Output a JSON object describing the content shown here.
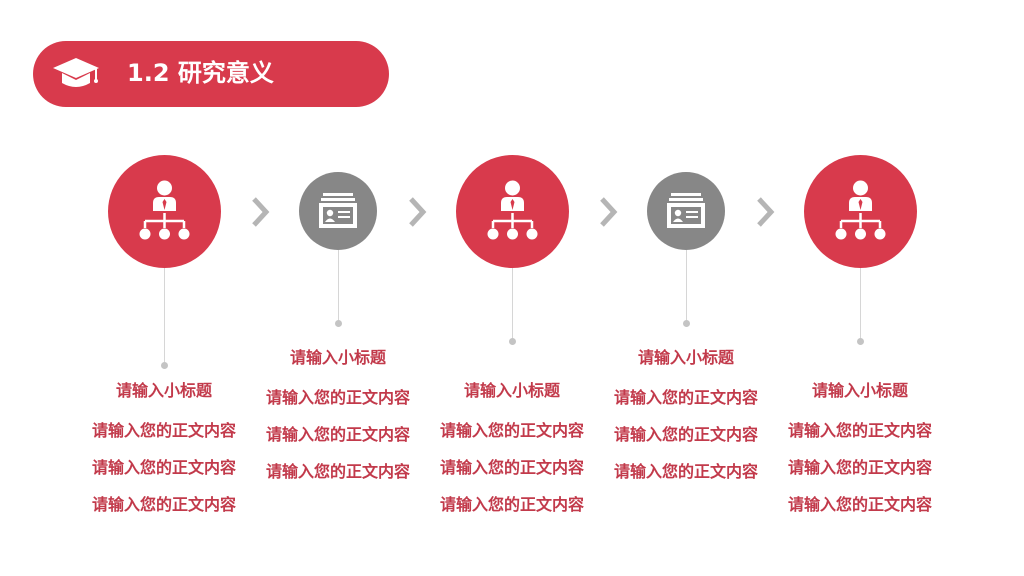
{
  "header": {
    "title": "1.2  研究意义",
    "icon": "graduation-cap-icon",
    "accent_color": "#d83a4c"
  },
  "steps": [
    {
      "icon": "org-chart-person-icon",
      "subtitle": "请输入小标题",
      "body": [
        "请输入您的正文内容",
        "请输入您的正文内容",
        "请输入您的正文内容"
      ]
    },
    {
      "icon": "id-card-stack-icon",
      "subtitle": "请输入小标题",
      "body": [
        "请输入您的正文内容",
        "请输入您的正文内容",
        "请输入您的正文内容"
      ]
    },
    {
      "icon": "org-chart-person-icon",
      "subtitle": "请输入小标题",
      "body": [
        "请输入您的正文内容",
        "请输入您的正文内容",
        "请输入您的正文内容"
      ]
    },
    {
      "icon": "id-card-stack-icon",
      "subtitle": "请输入小标题",
      "body": [
        "请输入您的正文内容",
        "请输入您的正文内容",
        "请输入您的正文内容"
      ]
    },
    {
      "icon": "org-chart-person-icon",
      "subtitle": "请输入小标题",
      "body": [
        "请输入您的正文内容",
        "请输入您的正文内容",
        "请输入您的正文内容"
      ]
    }
  ],
  "colors": {
    "primary": "#d83a4c",
    "secondary": "#878787",
    "text": "#c23a4b",
    "arrow": "#b5b5b5"
  }
}
